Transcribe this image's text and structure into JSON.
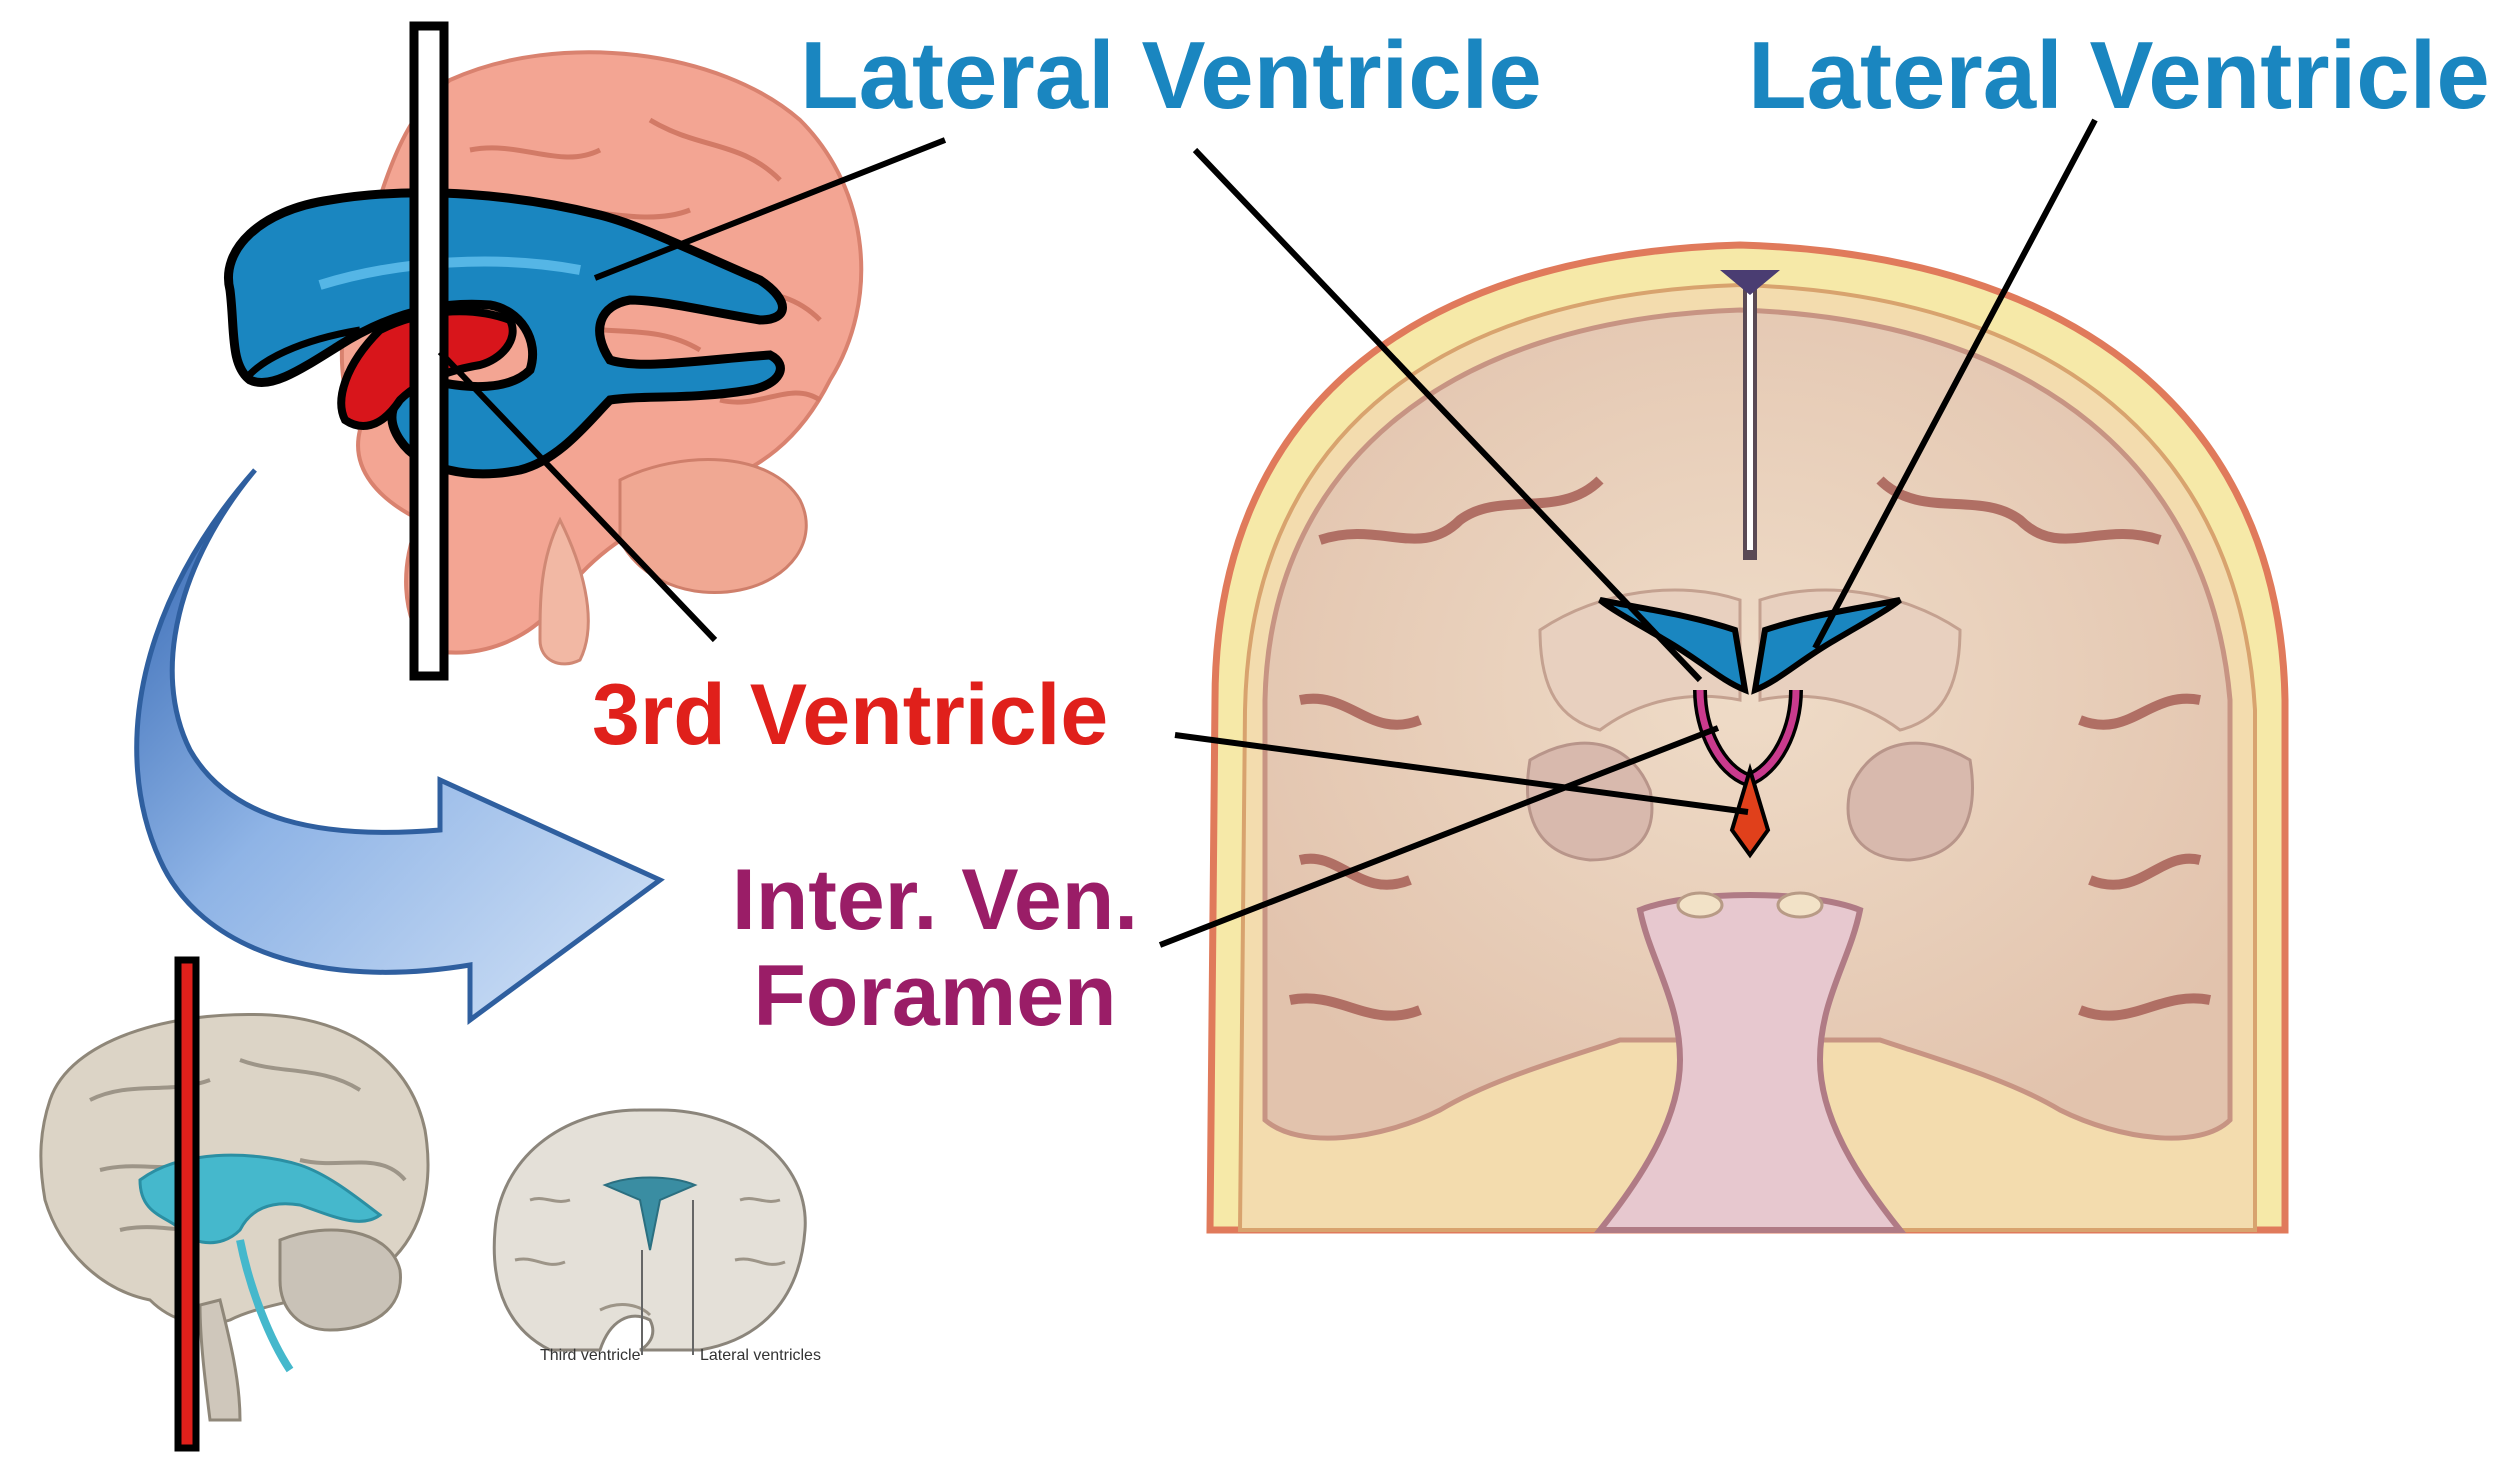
{
  "labels": {
    "lateral_ventricle_left": "Lateral Ventricle",
    "lateral_ventricle_right": "Lateral Ventricle",
    "third_ventricle": "3rd Ventricle",
    "foramen_line1": "Inter. Ven.",
    "foramen_line2": "Foramen"
  },
  "thumbnail": {
    "third_ventricle": "Third ventricle",
    "lateral_ventricles": "Lateral ventricles"
  },
  "colors": {
    "ventricle_blue": "#1a86c0",
    "third_ventricle_red": "#e0201b",
    "foramen_purple": "#9a1d67",
    "arrow_blue": "#5b8fcf",
    "brain_pink": "#f3a593",
    "brain_tan": "#e9d3bf",
    "skull_yellow": "#f6e9a8"
  },
  "icons": [
    "curved-arrow-icon"
  ]
}
